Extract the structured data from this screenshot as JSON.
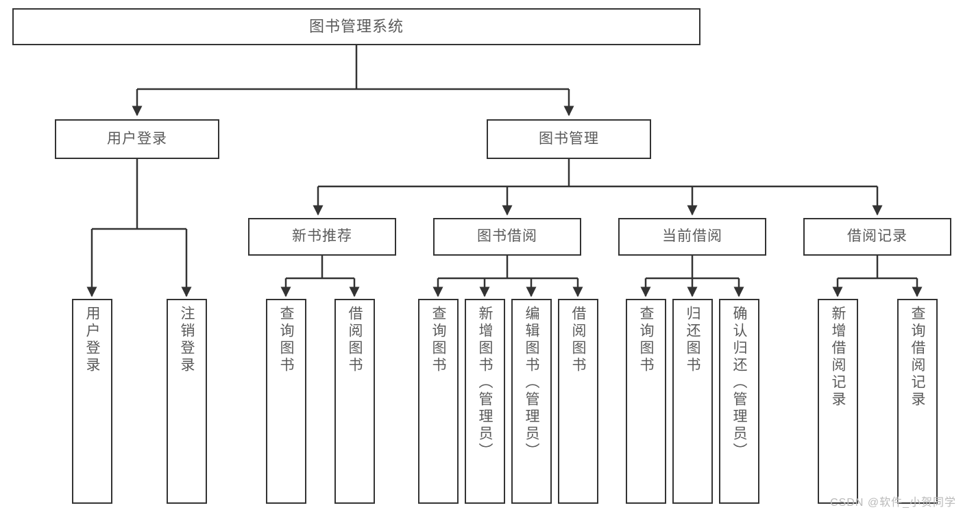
{
  "diagram": {
    "title": "图书管理系统",
    "type": "tree-hierarchy",
    "watermark": "CSDN @软件_小贺同学",
    "colors": {
      "box_border": "#333333",
      "box_fill": "#ffffff",
      "text": "#5a5a5a",
      "connector": "#333333",
      "watermark": "#b9b9b9"
    }
  },
  "root": {
    "label": "图书管理系统"
  },
  "level2": [
    {
      "label": "用户登录"
    },
    {
      "label": "图书管理"
    }
  ],
  "level3": [
    {
      "label": "新书推荐"
    },
    {
      "label": "图书借阅"
    },
    {
      "label": "当前借阅"
    },
    {
      "label": "借阅记录"
    }
  ],
  "leaves": {
    "user_login": [
      {
        "label": "用户登录"
      },
      {
        "label": "注销登录"
      }
    ],
    "new_book": [
      {
        "label": "查询图书"
      },
      {
        "label": "借阅图书"
      }
    ],
    "book_borrow": [
      {
        "label": "查询图书"
      },
      {
        "label": "新增图书（管理员）"
      },
      {
        "label": "编辑图书（管理员）"
      },
      {
        "label": "借阅图书"
      }
    ],
    "current_borrow": [
      {
        "label": "查询图书"
      },
      {
        "label": "归还图书"
      },
      {
        "label": "确认归还（管理员）"
      }
    ],
    "borrow_record": [
      {
        "label": "新增借阅记录"
      },
      {
        "label": "查询借阅记录"
      }
    ]
  }
}
